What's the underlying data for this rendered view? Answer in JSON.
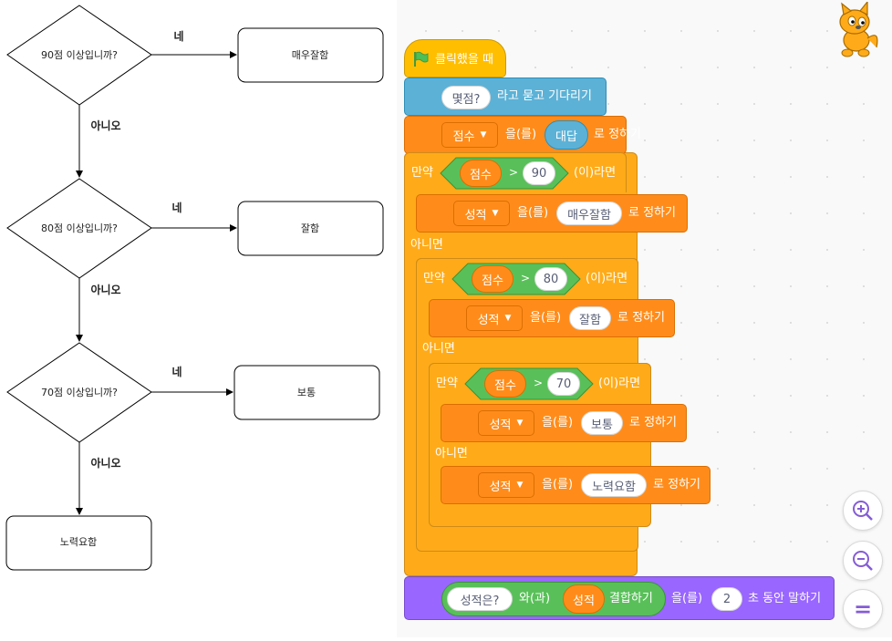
{
  "flowchart": {
    "decisions": [
      {
        "text": "90점 이상입니까?",
        "yes": "네",
        "no": "아니오"
      },
      {
        "text": "80점 이상입니까?",
        "yes": "네",
        "no": "아니오"
      },
      {
        "text": "70점 이상입니까?",
        "yes": "네",
        "no": "아니오"
      }
    ],
    "results": [
      "매우잘함",
      "잘함",
      "보통"
    ],
    "final": "노력요함"
  },
  "scratch": {
    "hat": {
      "label": "클릭했을 때",
      "icon": "green-flag-icon"
    },
    "ask": {
      "question": "몇점?",
      "label": "라고 묻고 기다리기"
    },
    "set_score": {
      "var": "점수",
      "word": "을(를)",
      "value": "대답",
      "tail": "로 정하기"
    },
    "if1": {
      "if": "만약",
      "var": "점수",
      "op": ">",
      "num": "90",
      "then": "(이)라면",
      "else": "아니면",
      "set": {
        "var": "성적",
        "word": "을(를)",
        "value": "매우잘함",
        "tail": "로 정하기"
      }
    },
    "if2": {
      "if": "만약",
      "var": "점수",
      "op": ">",
      "num": "80",
      "then": "(이)라면",
      "else": "아니면",
      "set": {
        "var": "성적",
        "word": "을(를)",
        "value": "잘함",
        "tail": "로 정하기"
      }
    },
    "if3": {
      "if": "만약",
      "var": "점수",
      "op": ">",
      "num": "70",
      "then": "(이)라면",
      "else": "아니면",
      "set": {
        "var": "성적",
        "word": "을(를)",
        "value": "보통",
        "tail": "로 정하기"
      },
      "set_else": {
        "var": "성적",
        "word": "을(를)",
        "value": "노력요함",
        "tail": "로 정하기"
      }
    },
    "say": {
      "text": "성적은?",
      "join_word": "와(과)",
      "var": "성적",
      "join_tail": "결합하기",
      "word": "을(를)",
      "secs": "2",
      "tail": "초 동안 말하기"
    }
  },
  "zoom": {
    "in": "+",
    "out": "−",
    "reset": "="
  },
  "colors": {
    "events": "#ffbf00",
    "sensing": "#5cb1d6",
    "variables": "#ff8c1a",
    "control": "#ffab19",
    "operators": "#59c059",
    "looks": "#9966ff"
  }
}
